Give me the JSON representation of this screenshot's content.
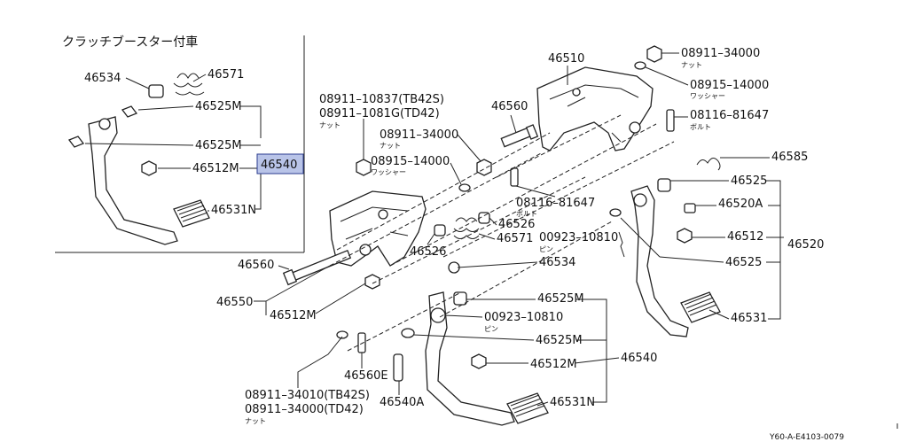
{
  "inset": {
    "title": "クラッチブースター付車",
    "labels": [
      "46534",
      "46571",
      "46525M",
      "46525M",
      "46512M",
      "46540",
      "46531N"
    ]
  },
  "labels": {
    "p46510": "46510",
    "p08911_34000_top": "08911–34000",
    "p08911_34000_top_sub": "ナット",
    "p08915_14000_top": "08915–14000",
    "p08915_14000_top_sub": "ワッシャー",
    "p08116_81647_top": "08116–81647",
    "p08116_81647_top_sub": "ボルト",
    "p46585": "46585",
    "p08911_10837": "08911–10837(TB42S)",
    "p08911_1081G": "08911–1081G(TD42)",
    "p08911_1081G_sub": "ナット",
    "p46560_top": "46560",
    "p08911_34000_mid": "08911–34000",
    "p08911_34000_mid_sub": "ナット",
    "p08915_14000_mid": "08915–14000",
    "p08915_14000_mid_sub": "ワッシャー",
    "p08116_81647_mid": "08116–81647",
    "p08116_81647_mid_sub": "ボルト",
    "p46526_a": "46526",
    "p46571": "46571",
    "p00923_10810_top": "00923–10810",
    "p00923_10810_top_sub": "ピン",
    "p46525_r1": "46525",
    "p46520A": "46520A",
    "p46512_r": "46512",
    "p46520": "46520",
    "p46525_r2": "46525",
    "p46531_r": "46531",
    "p46526_b": "46526",
    "p46534": "46534",
    "p46560_left": "46560",
    "p46525M_a": "46525M",
    "p00923_10810_mid": "00923–10810",
    "p00923_10810_mid_sub": "ピン",
    "p46525M_b": "46525M",
    "p46550": "46550",
    "p46512M_left": "46512M",
    "p46512M_mid": "46512M",
    "p46540": "46540",
    "p46560E": "46560E",
    "p46540A": "46540A",
    "p46531N": "46531N",
    "p08911_34010": "08911–34010(TB42S)",
    "p08911_34000_bot": "08911–34000(TD42)",
    "p08911_34000_bot_sub": "ナット"
  },
  "reference": "Y60-A-E4103-0079"
}
